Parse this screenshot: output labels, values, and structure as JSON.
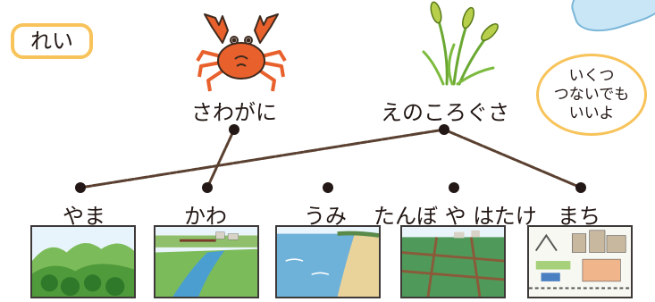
{
  "badge": {
    "text": "れい"
  },
  "note": {
    "lines": [
      "いくつ",
      "つないでも",
      "いいよ"
    ]
  },
  "creatures": [
    {
      "label": "さわがに",
      "icon": "crab-icon"
    },
    {
      "label": "えのころぐさ",
      "icon": "foxtail-grass-icon"
    }
  ],
  "places": [
    {
      "label": "やま",
      "icon": "mountain-scene"
    },
    {
      "label": "かわ",
      "icon": "river-scene"
    },
    {
      "label": "うみ",
      "icon": "sea-scene"
    },
    {
      "label": "たんぼ や はたけ",
      "icon": "rice-field-scene"
    },
    {
      "label": "まち",
      "icon": "town-scene"
    }
  ],
  "colors": {
    "badge_border": "#f7c35a",
    "line": "#5a4030",
    "crab": "#e8602c",
    "grass": "#6aa832"
  }
}
